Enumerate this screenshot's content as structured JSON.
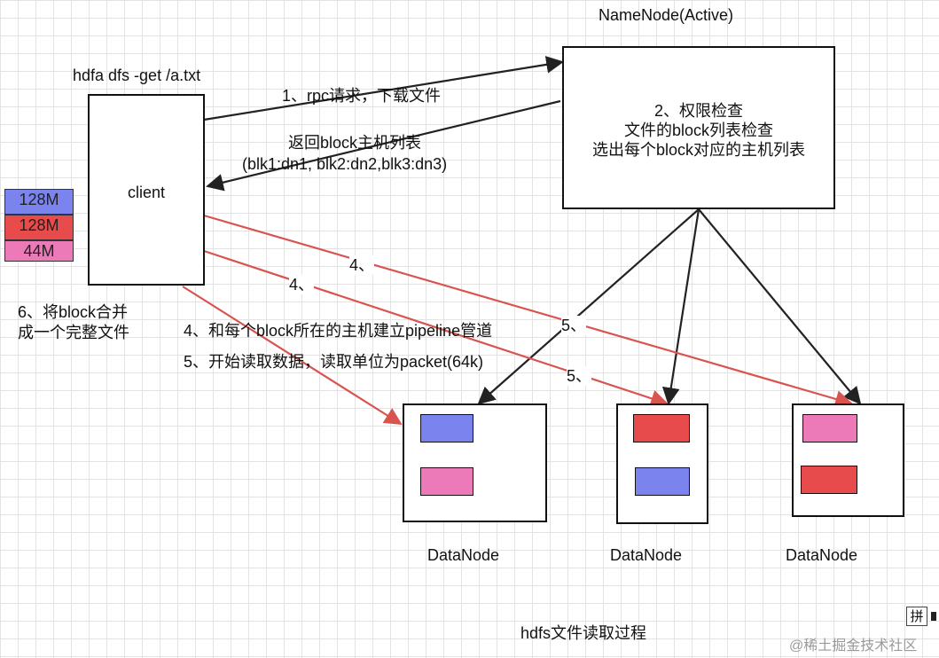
{
  "namenode": {
    "title": "NameNode(Active)",
    "lines": [
      "2、权限检查",
      "文件的block列表检查",
      "选出每个block对应的主机列表"
    ]
  },
  "client": {
    "command": "hdfa dfs -get /a.txt",
    "label": "client"
  },
  "messages": {
    "rpc_request": "1、rpc请求，下载文件",
    "return_line1": "返回block主机列表",
    "return_line2": "(blk1:dn1, blk2:dn2,blk3:dn3)",
    "step4": "4、和每个block所在的主机建立pipeline管道",
    "step5": "5、开始读取数据，读取单位为packet(64k)",
    "step6_line1": "6、将block合并",
    "step6_line2": "成一个完整文件"
  },
  "arrow_labels": {
    "a": "4、",
    "b": "4、",
    "c": "5、",
    "d": "5、"
  },
  "block_stack": [
    {
      "text": "128M",
      "color": "#7b84ee"
    },
    {
      "text": "128M",
      "color": "#e84b4b"
    },
    {
      "text": "44M",
      "color": "#ec7ab8"
    }
  ],
  "datanodes": [
    {
      "label": "DataNode",
      "blocks": [
        "#7b84ee",
        "#ec7ab8"
      ]
    },
    {
      "label": "DataNode",
      "blocks": [
        "#e84b4b",
        "#7b84ee"
      ]
    },
    {
      "label": "DataNode",
      "blocks": [
        "#ec7ab8",
        "#e84b4b"
      ]
    }
  ],
  "colors": {
    "blue": "#7b84ee",
    "red": "#e84b4b",
    "pink": "#ec7ab8",
    "arrow_dark": "#222222",
    "arrow_red": "#d9534f"
  },
  "caption": "hdfs文件读取过程",
  "ime_badge": "拼",
  "watermark": "@稀土掘金技术社区"
}
